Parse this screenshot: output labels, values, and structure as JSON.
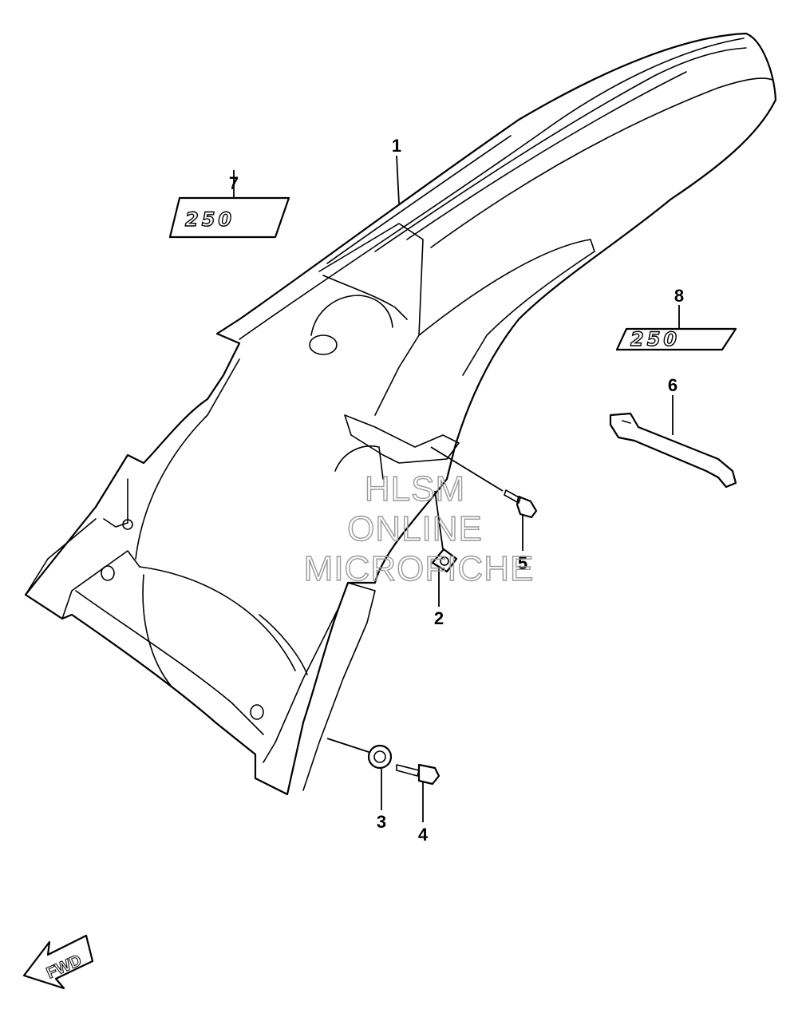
{
  "callouts": [
    "1",
    "2",
    "3",
    "4",
    "5",
    "6",
    "7",
    "8"
  ],
  "decals": {
    "decal_7": "250",
    "decal_8": "250"
  },
  "fwd_label": "FWD",
  "watermark": {
    "line1": "HLSM",
    "line2": "ONLINE",
    "line3": "MICROFICHE"
  }
}
